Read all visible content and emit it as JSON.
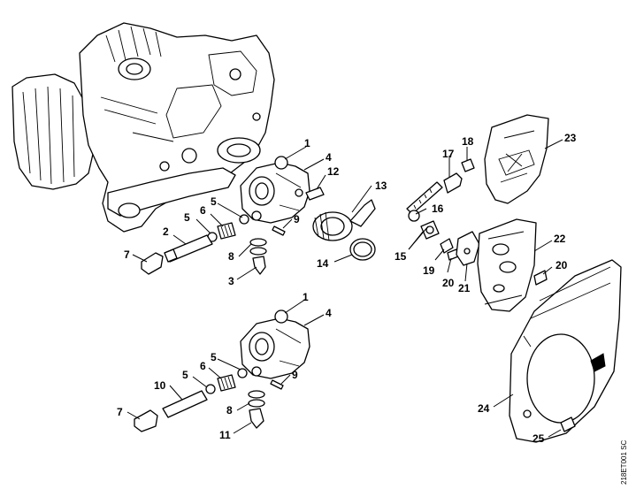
{
  "callouts": [
    {
      "id": "c1a",
      "label": "1"
    },
    {
      "id": "c4a",
      "label": "4"
    },
    {
      "id": "c12",
      "label": "12"
    },
    {
      "id": "c13",
      "label": "13"
    },
    {
      "id": "c9a",
      "label": "9"
    },
    {
      "id": "c14",
      "label": "14"
    },
    {
      "id": "c5a",
      "label": "5"
    },
    {
      "id": "c6a",
      "label": "6"
    },
    {
      "id": "c5b",
      "label": "5"
    },
    {
      "id": "c2",
      "label": "2"
    },
    {
      "id": "c7a",
      "label": "7"
    },
    {
      "id": "c8a",
      "label": "8"
    },
    {
      "id": "c3",
      "label": "3"
    },
    {
      "id": "c17",
      "label": "17"
    },
    {
      "id": "c18",
      "label": "18"
    },
    {
      "id": "c23",
      "label": "23"
    },
    {
      "id": "c16",
      "label": "16"
    },
    {
      "id": "c15",
      "label": "15"
    },
    {
      "id": "c19",
      "label": "19"
    },
    {
      "id": "c20a",
      "label": "20"
    },
    {
      "id": "c21",
      "label": "21"
    },
    {
      "id": "c22",
      "label": "22"
    },
    {
      "id": "c20b",
      "label": "20"
    },
    {
      "id": "c1b",
      "label": "1"
    },
    {
      "id": "c4b",
      "label": "4"
    },
    {
      "id": "c5c",
      "label": "5"
    },
    {
      "id": "c6b",
      "label": "6"
    },
    {
      "id": "c5d",
      "label": "5"
    },
    {
      "id": "c10",
      "label": "10"
    },
    {
      "id": "c9b",
      "label": "9"
    },
    {
      "id": "c7b",
      "label": "7"
    },
    {
      "id": "c8b",
      "label": "8"
    },
    {
      "id": "c11",
      "label": "11"
    },
    {
      "id": "c24",
      "label": "24"
    },
    {
      "id": "c25",
      "label": "25"
    }
  ],
  "drawing_code": "218ET001 SC"
}
